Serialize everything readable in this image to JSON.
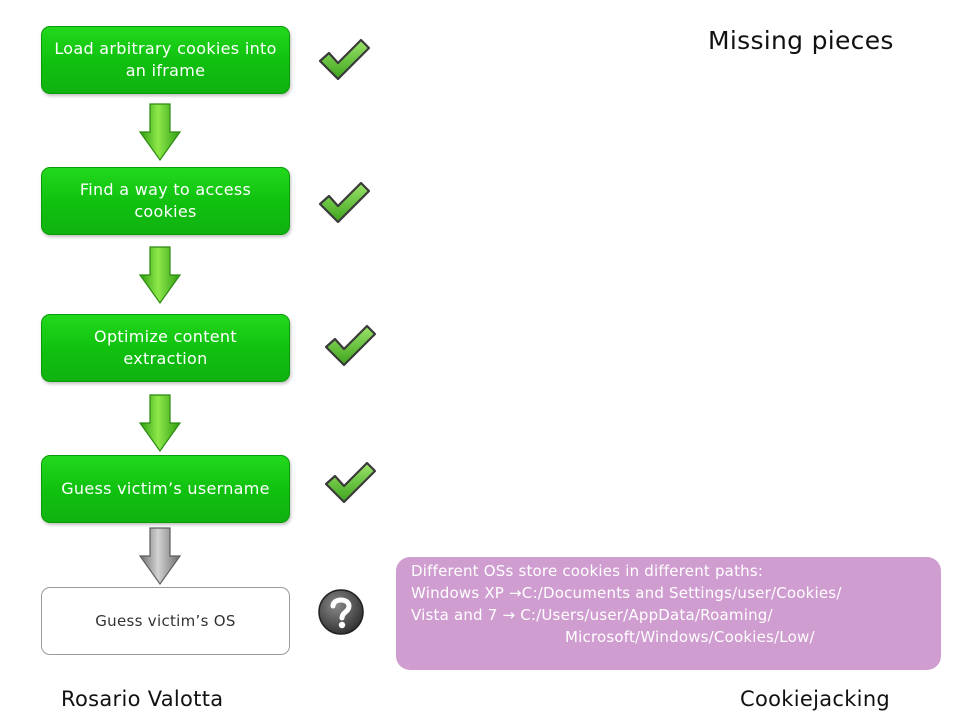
{
  "slide": {
    "title": "Missing pieces",
    "footer_left": "Rosario Valotta",
    "footer_right": "Cookiejacking"
  },
  "steps": [
    {
      "label": "Load arbitrary cookies into an iframe",
      "status": "done",
      "status_icon": "check-icon"
    },
    {
      "label": "Find a way to access cookies",
      "status": "done",
      "status_icon": "check-icon"
    },
    {
      "label": "Optimize content extraction",
      "status": "done",
      "status_icon": "check-icon"
    },
    {
      "label": "Guess victim’s username",
      "status": "done",
      "status_icon": "check-icon"
    },
    {
      "label": "Guess victim’s OS",
      "status": "pending",
      "status_icon": "question-icon"
    }
  ],
  "note": {
    "lines": [
      "Different OSs store cookies in different paths:",
      "Windows XP →C:/Documents and Settings/user/Cookies/",
      "Vista and 7 → C:/Users/user/AppData/Roaming/",
      "Microsoft/Windows/Cookies/Low/"
    ]
  },
  "colors": {
    "done_box": "#13c813",
    "pending_box": "#ffffff",
    "arrow_green": "#4cc81e",
    "arrow_gray": "#9a9a9a",
    "note_bg": "#d09dd0",
    "check_green": "#5cc52a"
  }
}
